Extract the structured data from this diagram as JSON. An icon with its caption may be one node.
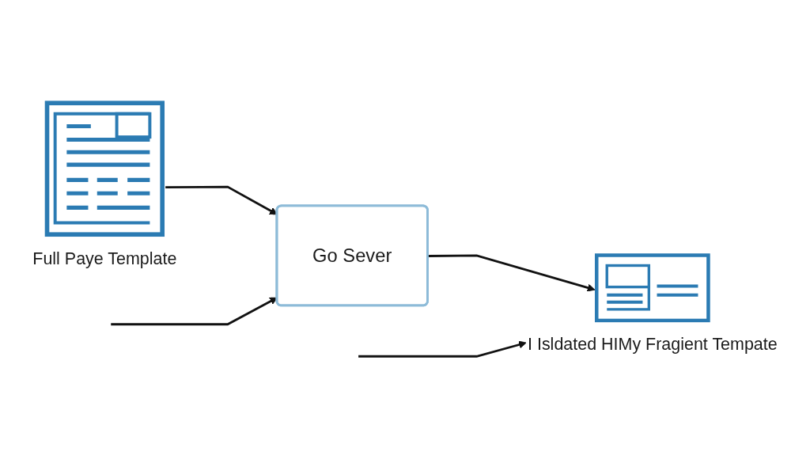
{
  "diagram": {
    "nodes": [
      {
        "text": [
          "Full Paye Template"
        ]
      },
      {
        "text": [
          "Go Sever"
        ]
      },
      {
        "text": [
          "I Isldated HIMy Fragient Tempate"
        ]
      }
    ],
    "edges": [
      {
        "from": 0,
        "to": 1,
        "arrow": "to"
      },
      {
        "from": 1,
        "to": 2,
        "arrow": "to"
      },
      {
        "from": null,
        "to": 1,
        "arrow": "to"
      },
      {
        "from": null,
        "to": 2,
        "arrow": "to"
      }
    ]
  }
}
